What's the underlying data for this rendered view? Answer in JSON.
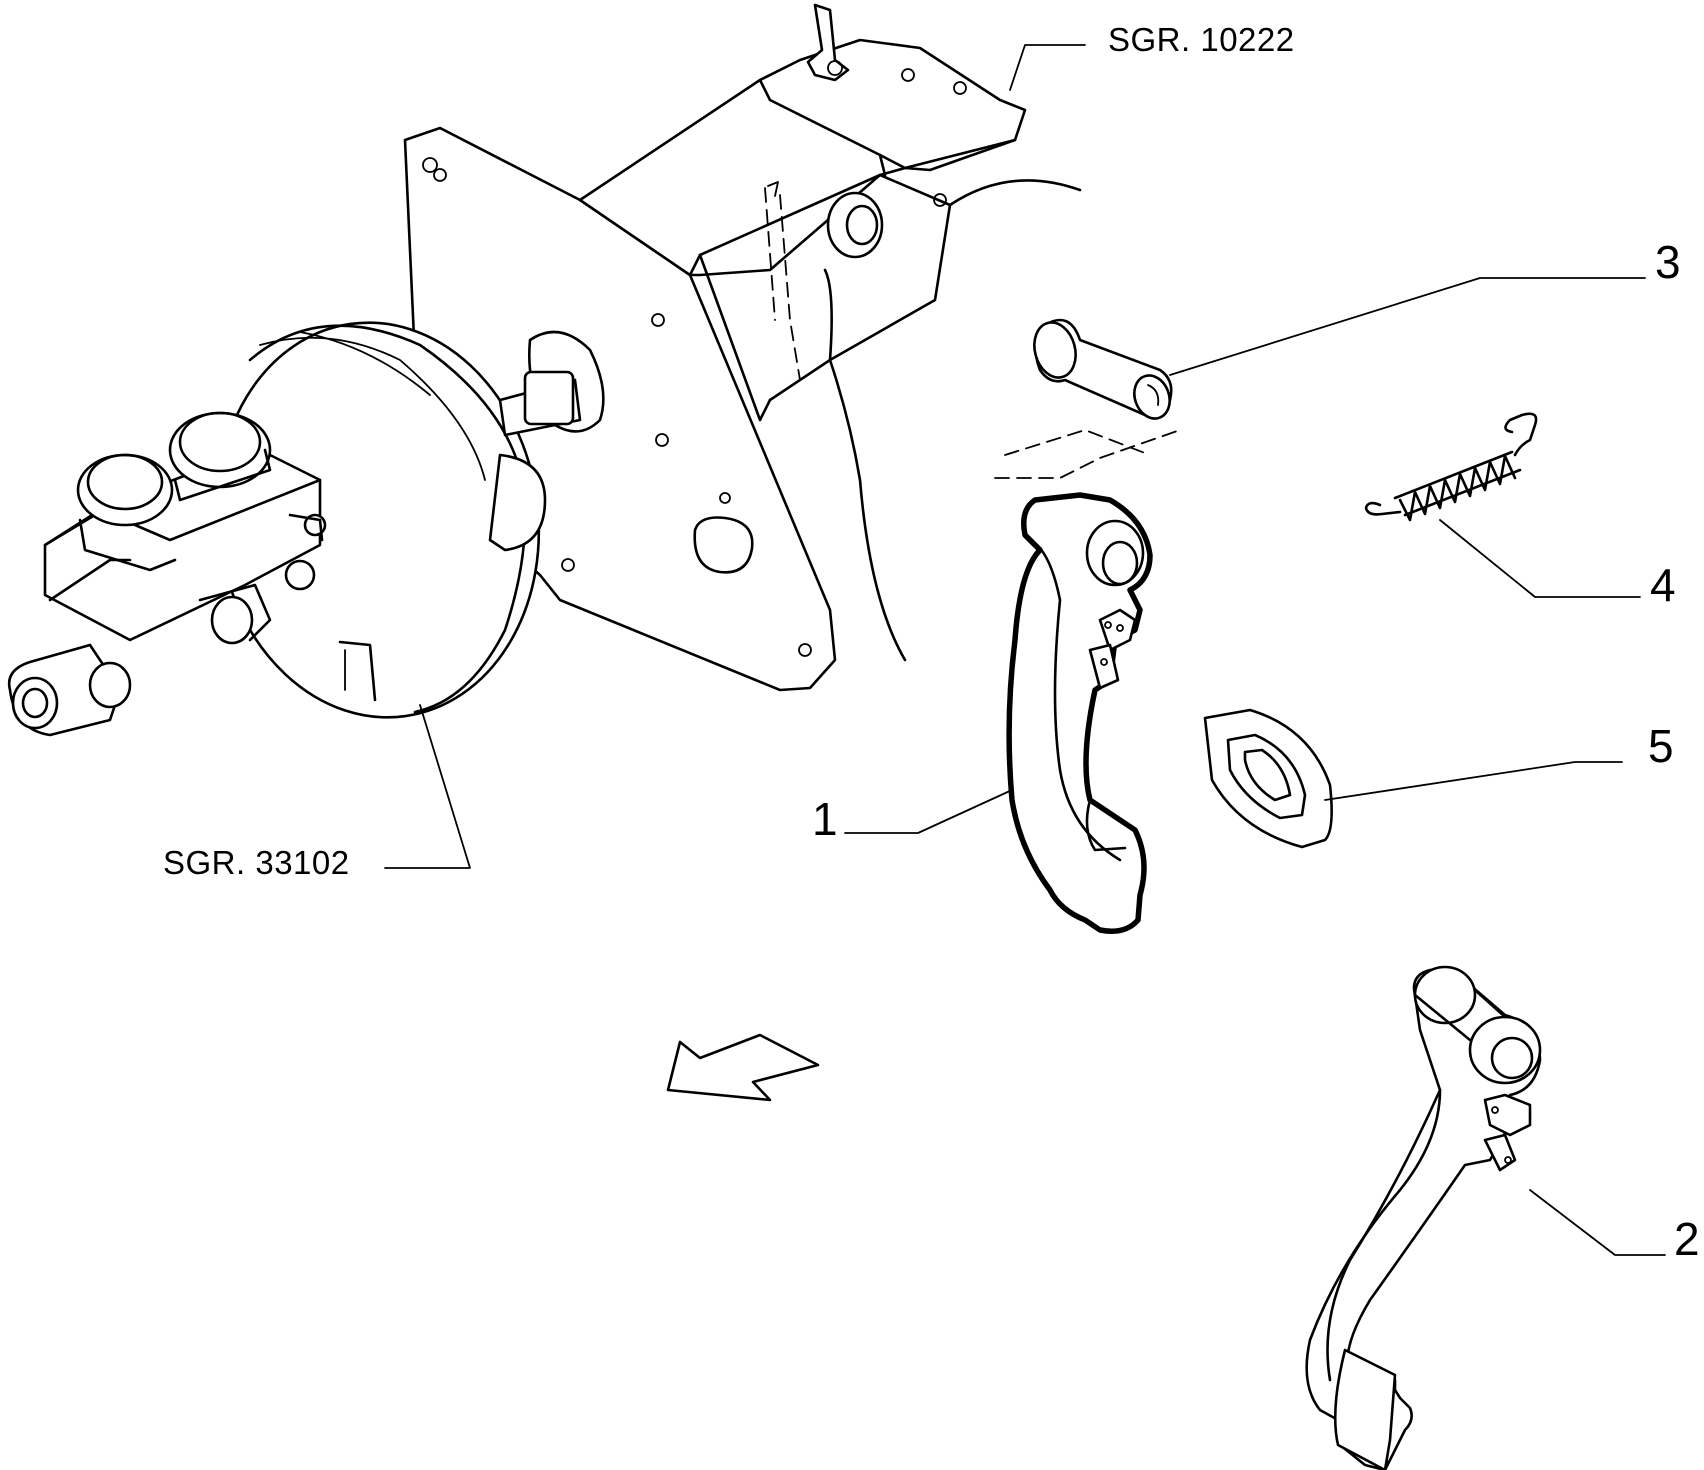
{
  "labels": {
    "ref_top": "SGR. 10222",
    "ref_bottom": "SGR. 33102",
    "part1": "1",
    "part2": "2",
    "part3": "3",
    "part4": "4",
    "part5": "5"
  },
  "icons": [
    "direction-arrow-icon"
  ]
}
